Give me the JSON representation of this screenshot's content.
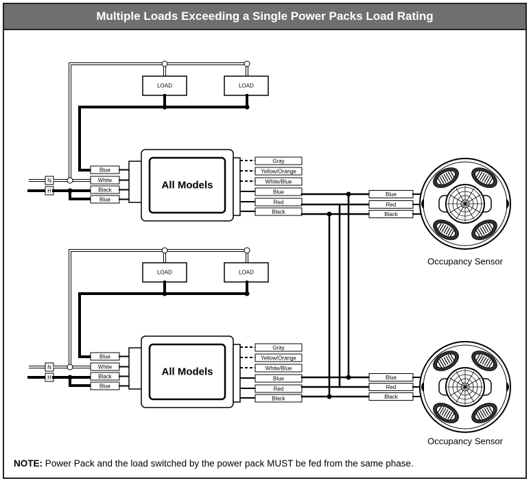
{
  "title": "Multiple Loads Exceeding a Single Power Packs Load Rating",
  "load_label": "LOAD",
  "pack_label": "All Models",
  "neutral_label": "N",
  "hot_label": "H",
  "input_wires": [
    "Blue",
    "White",
    "Black",
    "Blue"
  ],
  "output_wires": [
    "Gray",
    "Yellow/Orange",
    "White/Blue",
    "Blue",
    "Red",
    "Black"
  ],
  "sensor_wires": [
    "Blue",
    "Red",
    "Black"
  ],
  "sensor_label": "Occupancy Sensor",
  "note": {
    "prefix": "NOTE:",
    "text": " Power Pack and the load switched by the power pack MUST be fed from the same phase."
  }
}
